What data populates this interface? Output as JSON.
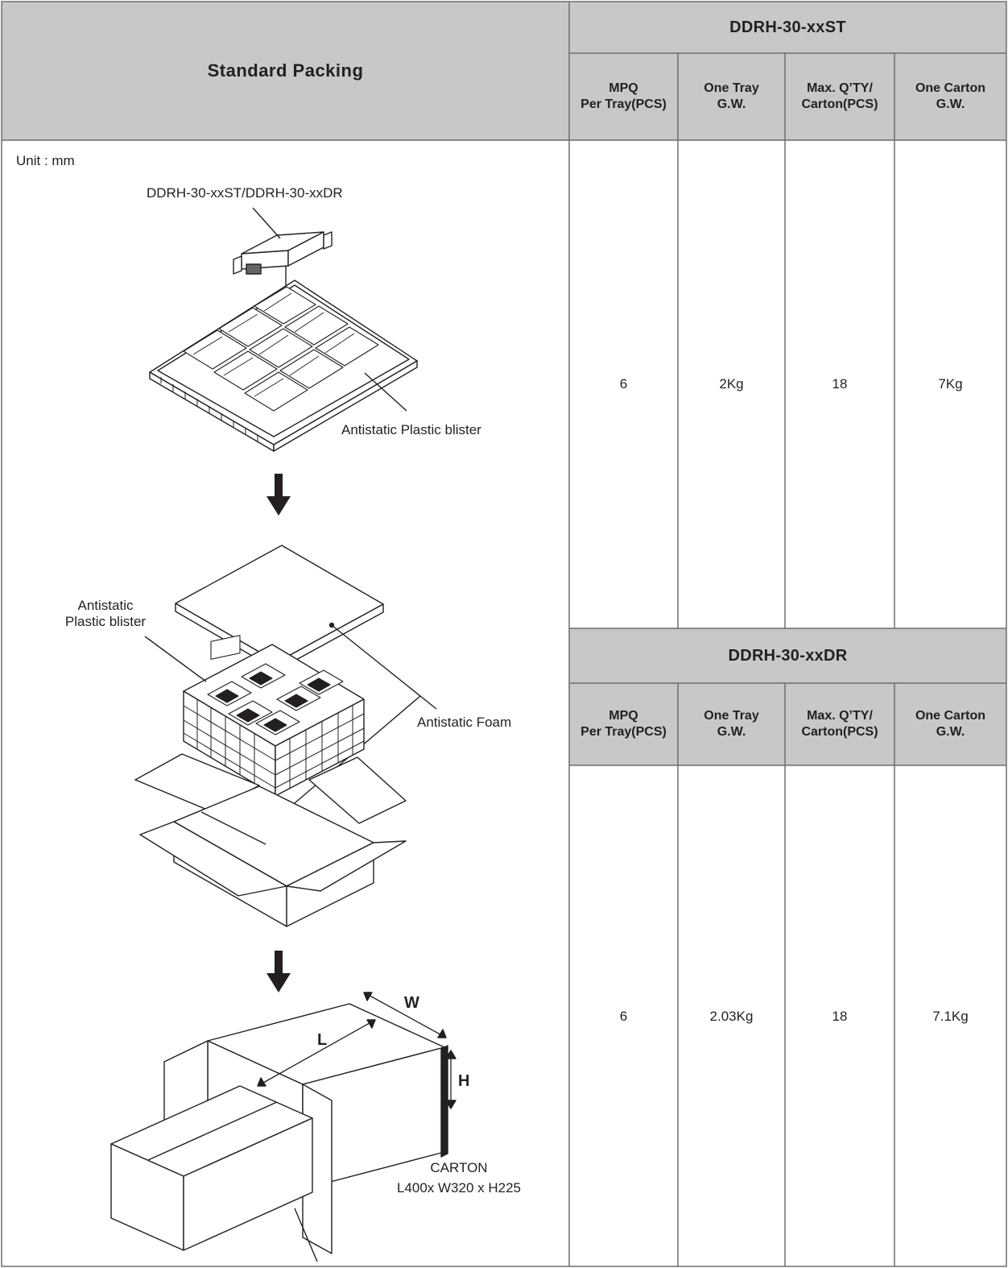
{
  "packing": {
    "title": "Standard Packing",
    "unit": "Unit : mm",
    "model_callout": "DDRH-30-xxST/DDRH-30-xxDR",
    "blister_label": "Antistatic Plastic blister",
    "blister_label2_line1": "Antistatic",
    "blister_label2_line2": "Plastic blister",
    "foam_label": "Antistatic Foam",
    "dim_w": "W",
    "dim_l": "L",
    "dim_h": "H",
    "carton_label": "CARTON",
    "carton_size": "L400x W320 x H225"
  },
  "tables": [
    {
      "model": "DDRH-30-xxST",
      "headers": [
        [
          "MPQ",
          "Per Tray(PCS)"
        ],
        [
          "One Tray",
          "G.W."
        ],
        [
          "Max. Q’TY/",
          "Carton(PCS)"
        ],
        [
          "One Carton",
          "G.W."
        ]
      ],
      "values": [
        "6",
        "2Kg",
        "18",
        "7Kg"
      ]
    },
    {
      "model": "DDRH-30-xxDR",
      "headers": [
        [
          "MPQ",
          "Per Tray(PCS)"
        ],
        [
          "One Tray",
          "G.W."
        ],
        [
          "Max. Q’TY/",
          "Carton(PCS)"
        ],
        [
          "One Carton",
          "G.W."
        ]
      ],
      "values": [
        "6",
        "2.03Kg",
        "18",
        "7.1Kg"
      ]
    }
  ],
  "colors": {
    "header_bg": "#c8c8c8",
    "line": "#6d6e71",
    "ink": "#231f20"
  },
  "icons": [
    "down-arrow-icon",
    "down-arrow-icon"
  ]
}
